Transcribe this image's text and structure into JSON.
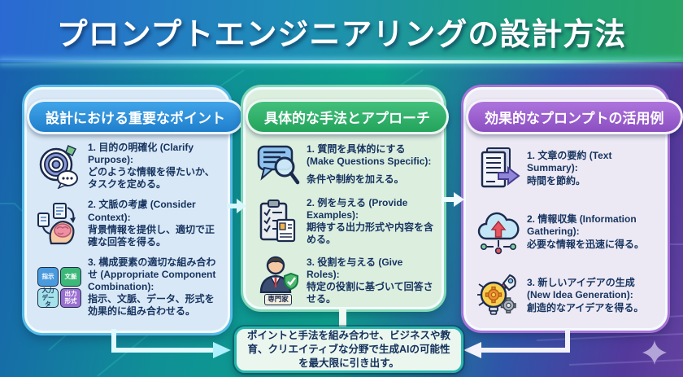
{
  "title": "プロンプトエンジニアリングの設計方法",
  "columns": [
    {
      "header": "設計における重要なポイント",
      "items": [
        {
          "jp": "1. 目的の明確化",
          "en": "(Clarify Purpose):",
          "desc": "どのような情報を得たいか、タスクを定める。"
        },
        {
          "jp": "2. 文脈の考慮",
          "en": "(Consider Context):",
          "desc": "背景情報を提供し、適切で正確な回答を得る。"
        },
        {
          "jp": "3. 構成要素の適切な組み合わせ",
          "en": "(Appropriate Component Combination):",
          "desc": "指示、文脈、データ、形式を効果的に組み合わせる。"
        }
      ]
    },
    {
      "header": "具体的な手法とアプローチ",
      "items": [
        {
          "jp": "1. 質問を具体的にする",
          "en": "(Make Questions Specific):",
          "desc": "条件や制約を加える。"
        },
        {
          "jp": "2. 例を与える",
          "en": "(Provide Examples):",
          "desc": "期待する出力形式や内容を含める。"
        },
        {
          "jp": "3. 役割を与える",
          "en": "(Give Roles):",
          "desc": "特定の役割に基づいて回答させる。"
        }
      ]
    },
    {
      "header": "効果的なプロンプトの活用例",
      "items": [
        {
          "jp": "1. 文章の要約",
          "en": "(Text Summary):",
          "desc": "時間を節約。"
        },
        {
          "jp": "2. 情報収集",
          "en": "(Information Gathering):",
          "desc": "必要な情報を迅速に得る。"
        },
        {
          "jp": "3. 新しいアイデアの生成",
          "en": "(New Idea Generation):",
          "desc": "創造的なアイデアを得る。"
        }
      ]
    }
  ],
  "puzzle": {
    "labels": [
      "指示",
      "文脈",
      "入力データ",
      "出力形式"
    ]
  },
  "expert_badge": "専門家",
  "bottom_note": "ポイントと手法を組み合わせ、ビジネスや教育、クリエイティブな分野で生成AIの可能性を最大限に引き出す。",
  "colors": {
    "col1_accent": "#2e93dd",
    "col2_accent": "#33b169",
    "col3_accent": "#9c5fce",
    "banner_left": "#2a69d2",
    "banner_right": "#2aa565",
    "note_border": "#28b7ad"
  }
}
